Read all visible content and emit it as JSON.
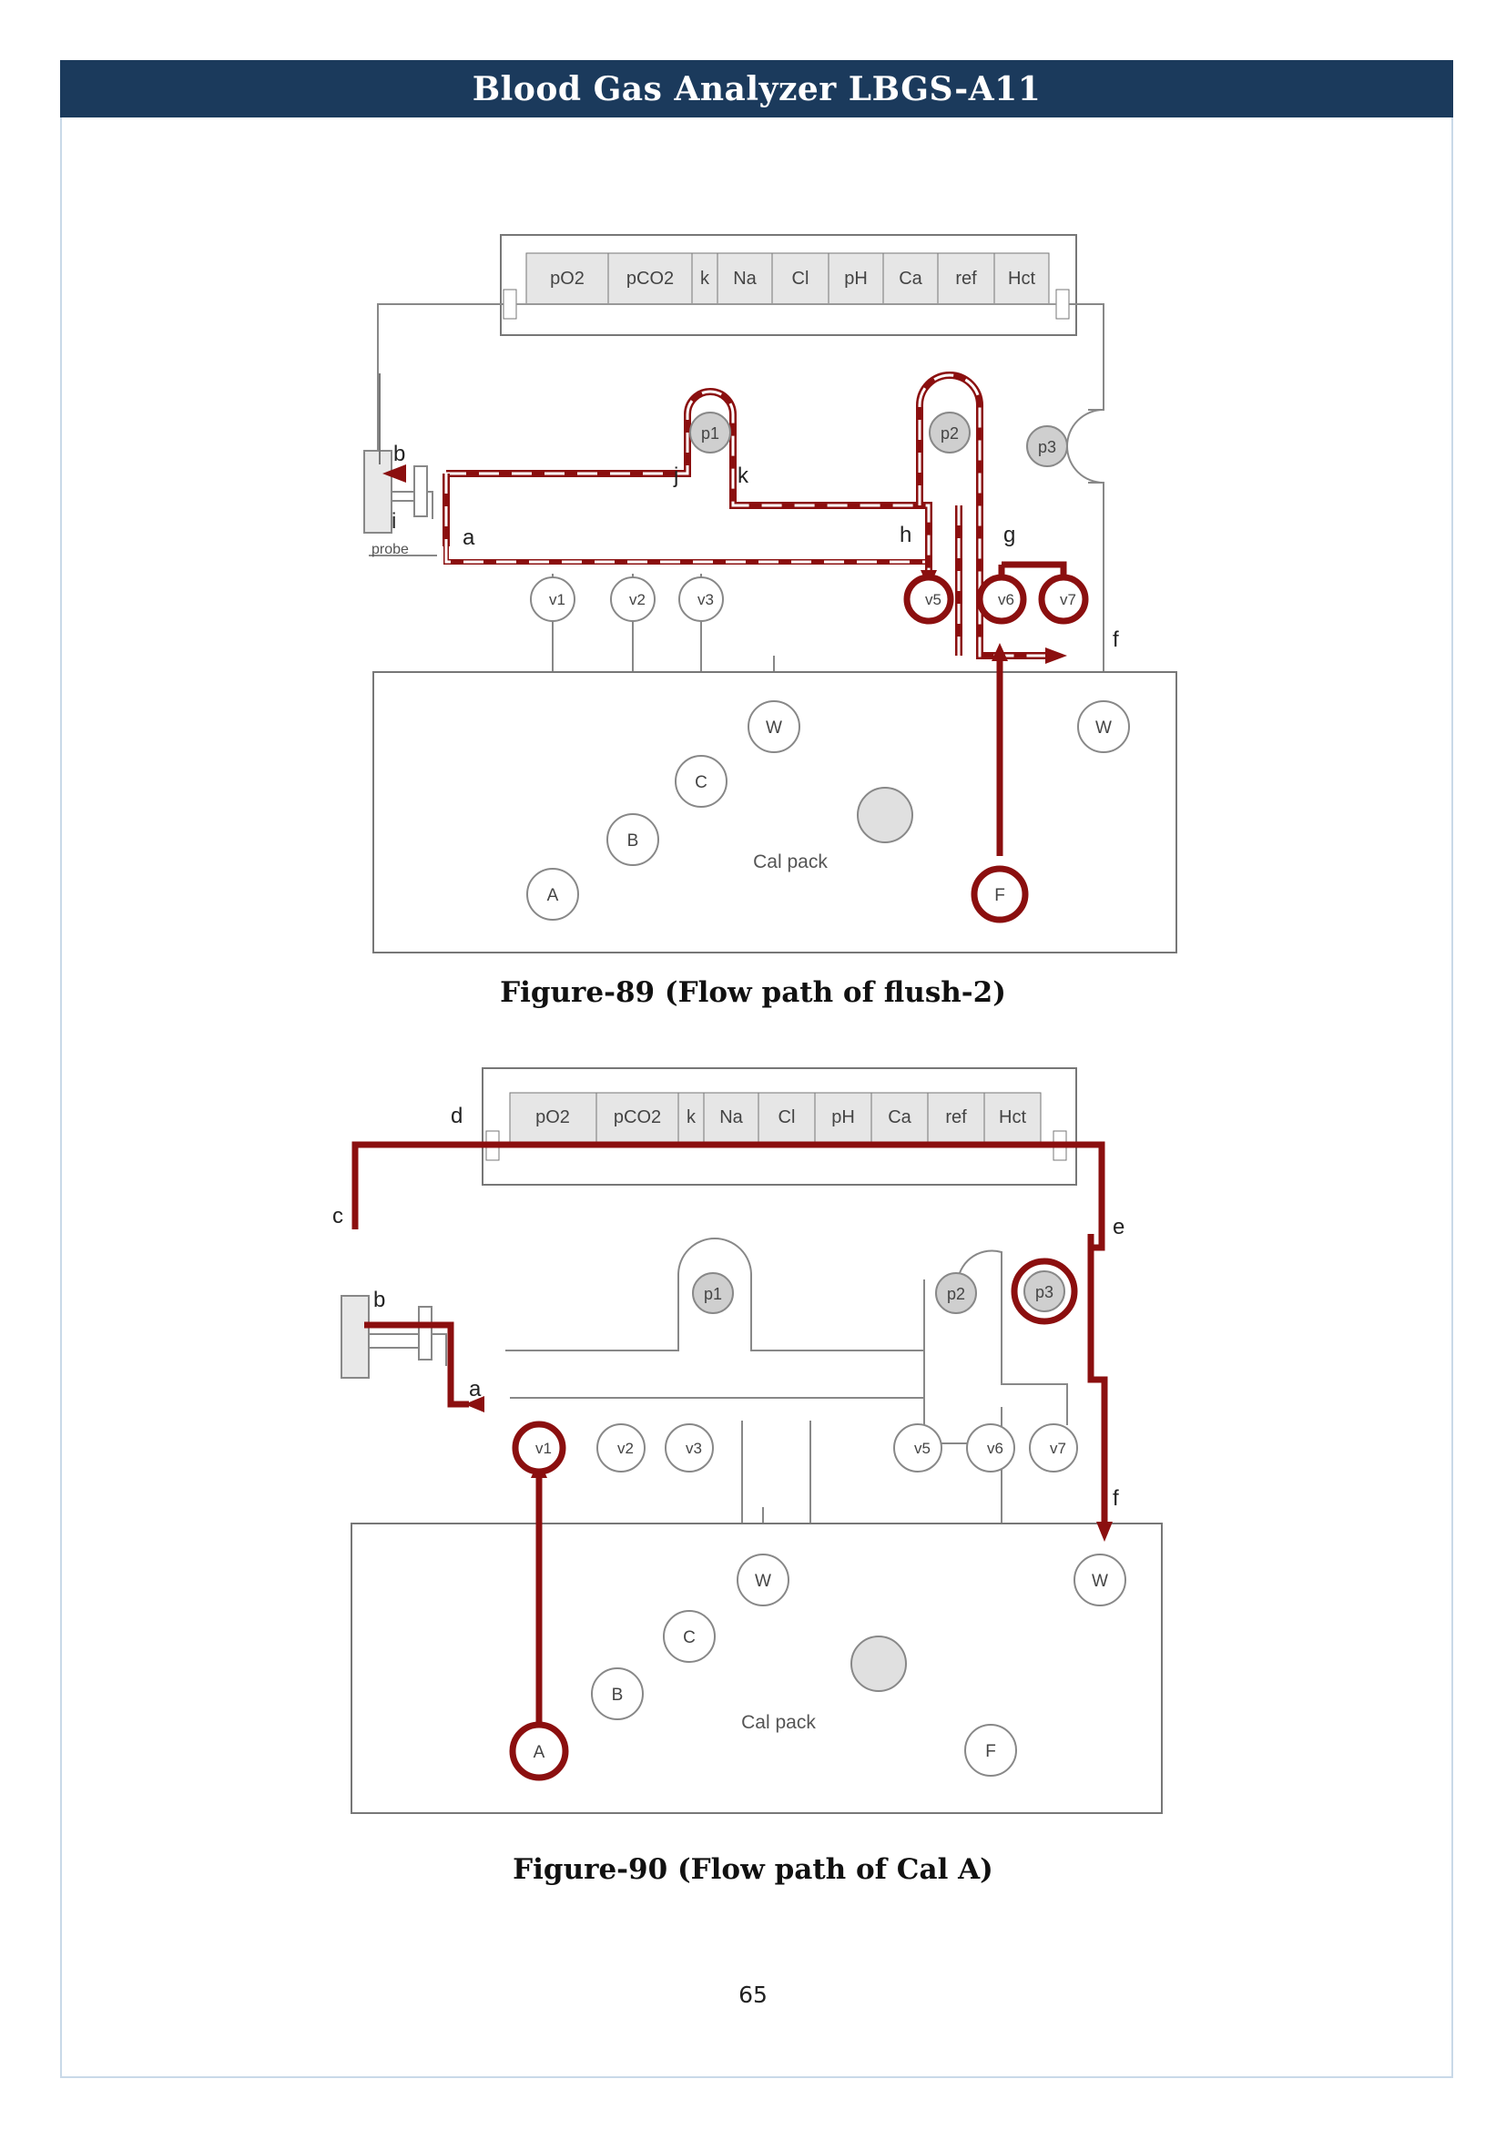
{
  "header": {
    "title": "Blood Gas Analyzer LBGS-A11"
  },
  "figures": [
    {
      "caption": "Figure-89 (Flow path of flush-2)",
      "sensors": [
        "pO2",
        "pCO2",
        "k",
        "Na",
        "Cl",
        "pH",
        "Ca",
        "ref",
        "Hct"
      ],
      "pumps": [
        "p1",
        "p2",
        "p3"
      ],
      "valves": [
        "v1",
        "v2",
        "v3",
        "v5",
        "v6",
        "v7"
      ],
      "reagents": [
        "A",
        "B",
        "C",
        "F"
      ],
      "waste": [
        "W",
        "W"
      ],
      "pack_label": "Cal pack",
      "probe_label": "probe",
      "path_letters": [
        "a",
        "b",
        "f",
        "g",
        "h",
        "i",
        "j",
        "k"
      ]
    },
    {
      "caption": "Figure-90 (Flow path of Cal A)",
      "sensors": [
        "pO2",
        "pCO2",
        "k",
        "Na",
        "Cl",
        "pH",
        "Ca",
        "ref",
        "Hct"
      ],
      "pumps": [
        "p1",
        "p2",
        "p3"
      ],
      "valves": [
        "v1",
        "v2",
        "v3",
        "v5",
        "v6",
        "v7"
      ],
      "reagents": [
        "A",
        "B",
        "C",
        "F"
      ],
      "waste": [
        "W",
        "W"
      ],
      "pack_label": "Cal pack",
      "path_letters": [
        "a",
        "b",
        "c",
        "d",
        "e",
        "f"
      ]
    }
  ],
  "page_number": "65",
  "colors": {
    "header_bg": "#1b3a5c",
    "flow_path": "#8b0f0f",
    "frame": "#c9d9e8"
  }
}
